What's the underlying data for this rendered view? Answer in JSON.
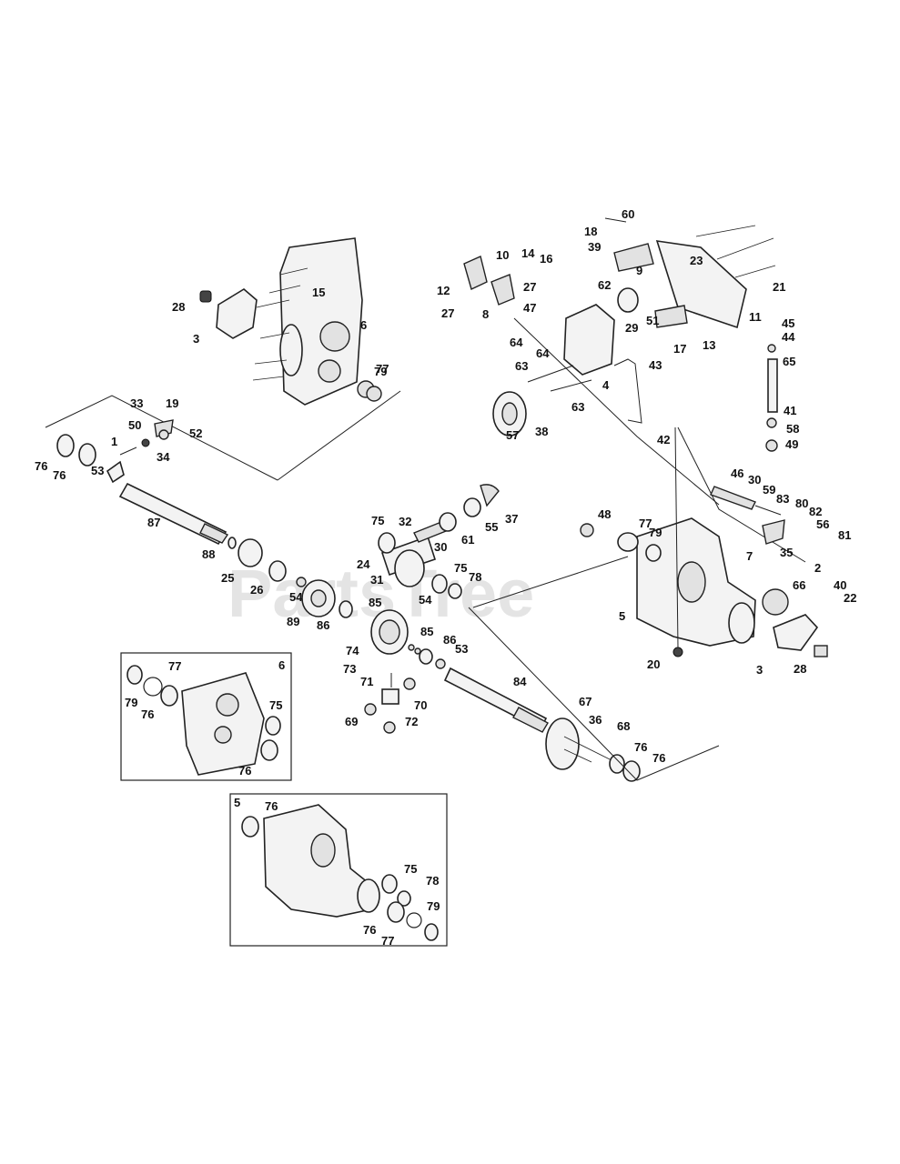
{
  "watermark": "PartsTree",
  "inset_labels": {
    "inset_6": "6",
    "inset_5": "5"
  },
  "callouts": [
    "1",
    "2",
    "3",
    "4",
    "5",
    "6",
    "7",
    "8",
    "9",
    "10",
    "11",
    "12",
    "13",
    "14",
    "15",
    "16",
    "17",
    "18",
    "19",
    "20",
    "21",
    "22",
    "23",
    "24",
    "25",
    "26",
    "27",
    "28",
    "29",
    "30",
    "31",
    "32",
    "33",
    "34",
    "35",
    "36",
    "37",
    "38",
    "39",
    "40",
    "41",
    "42",
    "43",
    "44",
    "45",
    "46",
    "47",
    "48",
    "49",
    "50",
    "51",
    "52",
    "53",
    "54",
    "55",
    "56",
    "57",
    "58",
    "59",
    "60",
    "61",
    "62",
    "63",
    "64",
    "65",
    "66",
    "67",
    "68",
    "69",
    "70",
    "71",
    "72",
    "73",
    "74",
    "75",
    "76",
    "77",
    "78",
    "79",
    "80",
    "81",
    "82",
    "83",
    "84",
    "85",
    "86",
    "87",
    "88",
    "89"
  ]
}
